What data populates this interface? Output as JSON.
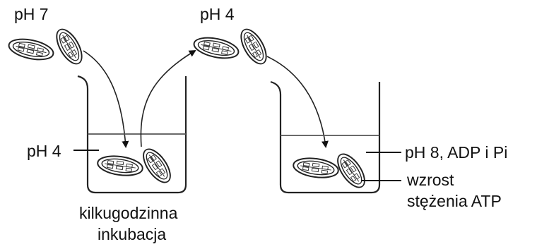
{
  "labels": {
    "ph_start": "pH 7",
    "ph_mid": "pH 4",
    "beaker1_solution": "pH 4",
    "beaker2_solution": "pH 8, ADP i Pi",
    "result_line1": "wzrost",
    "result_line2": "stężenia ATP",
    "incubation_line1": "kilkugodzinna",
    "incubation_line2": "inkubacja"
  },
  "colors": {
    "ink": "#111111",
    "liquid_line": "#555555"
  }
}
